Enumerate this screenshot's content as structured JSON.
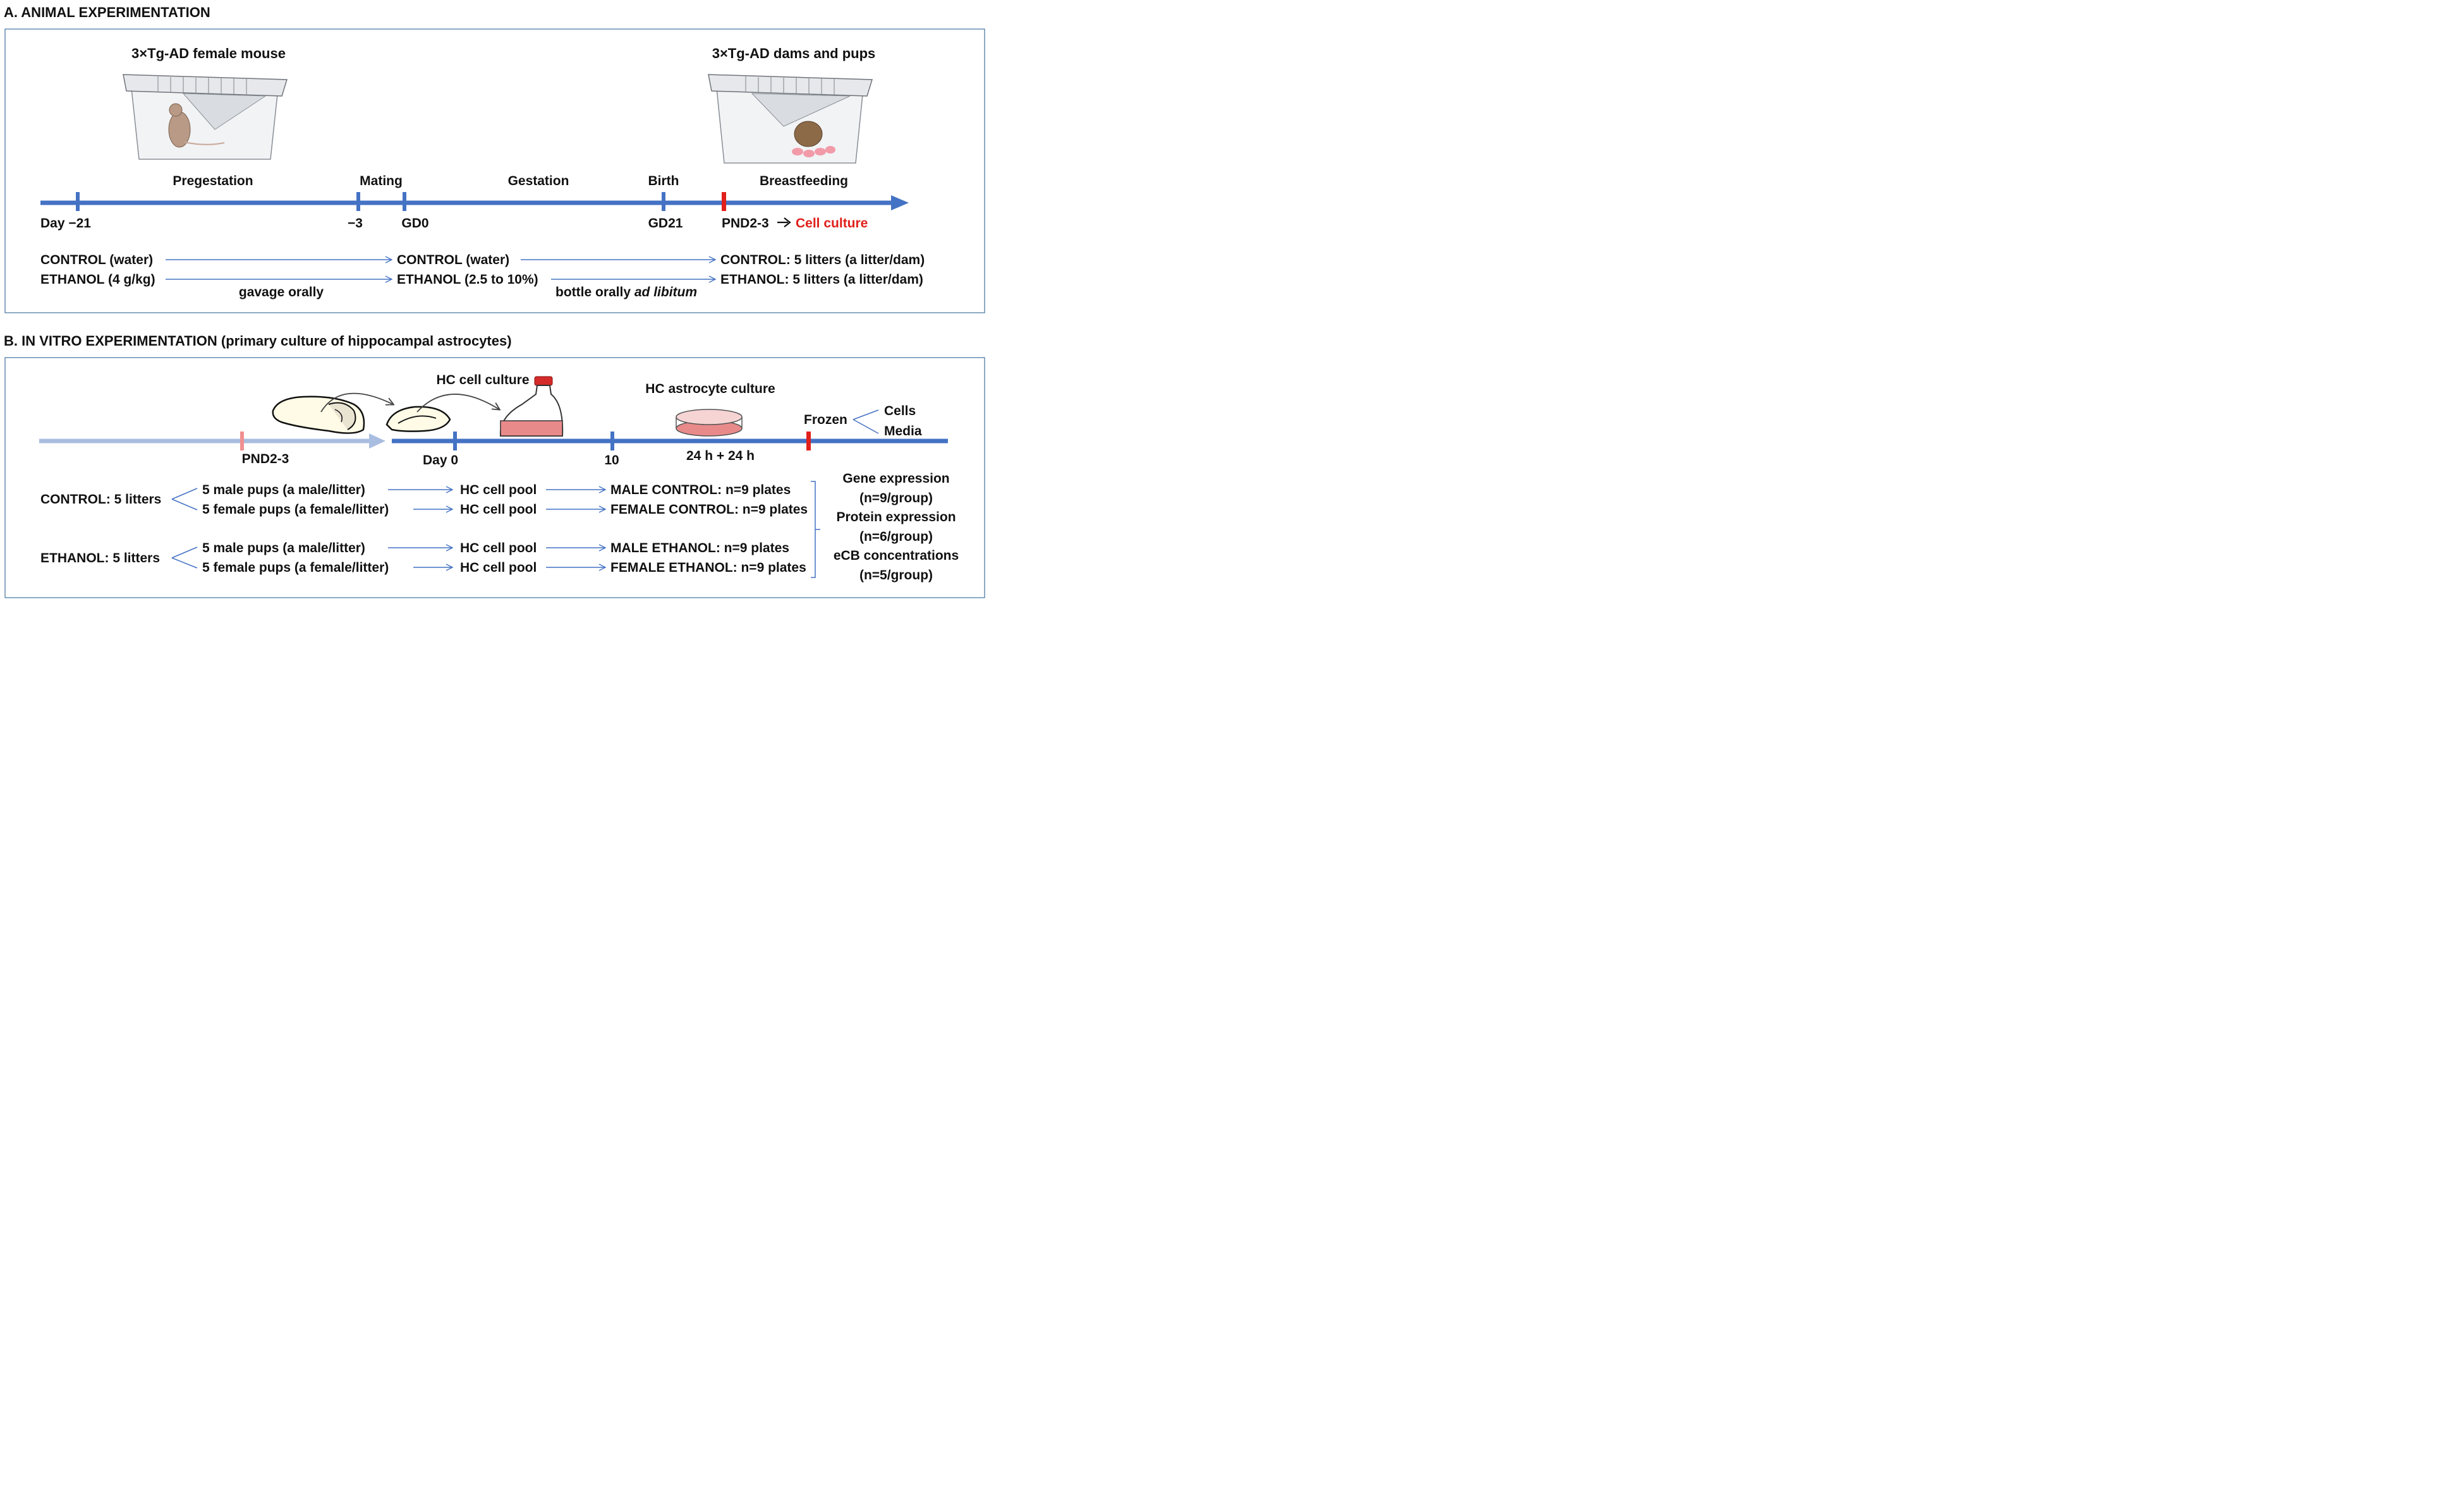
{
  "section_a": {
    "title": "A. ANIMAL EXPERIMENTATION",
    "cage_left_label": "3×Tg-AD female mouse",
    "cage_right_label": "3×Tg-AD dams and pups",
    "phases": {
      "pregestation": "Pregestation",
      "mating": "Mating",
      "gestation": "Gestation",
      "birth": "Birth",
      "breastfeeding": "Breastfeeding"
    },
    "ticks": {
      "day_minus_21": "Day −21",
      "minus_3": "−3",
      "gd0": "GD0",
      "gd21": "GD21",
      "pnd": "PND2-3",
      "cell_culture": "Cell culture"
    },
    "groups": {
      "control_pre": "CONTROL (water)",
      "ethanol_pre": "ETHANOL (4 g/kg)",
      "control_gest": "CONTROL (water)",
      "ethanol_gest": "ETHANOL (2.5 to 10%)",
      "control_post": "CONTROL: 5 litters (a litter/dam)",
      "ethanol_post": "ETHANOL: 5 litters (a litter/dam)",
      "gavage": "gavage orally",
      "bottle": "bottle orally",
      "ad_libitum": "ad libitum"
    }
  },
  "section_b": {
    "title": "B. IN VITRO EXPERIMENTATION",
    "title_sub": "(primary culture of hippocampal astrocytes)",
    "hc_cell_culture": "HC cell culture",
    "hc_astrocyte_culture": "HC astrocyte culture",
    "frozen": "Frozen",
    "cells": "Cells",
    "media": "Media",
    "ticks": {
      "pnd": "PND2-3",
      "day0": "Day 0",
      "day10": "10",
      "duration": "24 h + 24 h"
    },
    "groups": {
      "control": "CONTROL: 5 litters",
      "ethanol": "ETHANOL: 5 litters",
      "male_pups": "5 male pups (a male/litter)",
      "female_pups": "5 female pups (a female/litter)",
      "pool": "HC cell pool",
      "male_control": "MALE CONTROL: n=9 plates",
      "female_control": "FEMALE CONTROL: n=9 plates",
      "male_ethanol": "MALE ETHANOL: n=9 plates",
      "female_ethanol": "FEMALE ETHANOL: n=9 plates"
    },
    "outputs": {
      "gene": "Gene expression",
      "gene_n": "(n=9/group)",
      "protein": "Protein expression",
      "protein_n": "(n=6/group)",
      "ecb": "eCB concentrations",
      "ecb_n": "(n=5/group)"
    }
  },
  "colors": {
    "timeline_blue": "#4472c4",
    "timeline_light_blue": "#a9bde0",
    "marker_red": "#e0201b",
    "arrow_blue": "#4472c4",
    "panel_border": "#41719c"
  }
}
